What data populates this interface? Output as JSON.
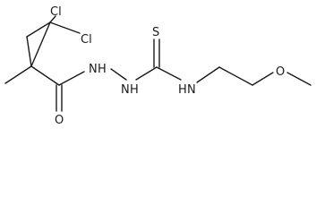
{
  "molecule": {
    "atoms": {
      "cl_top": "Cl",
      "cl_right": "Cl",
      "oxygen_carbonyl": "O",
      "nitrogen_hydrazide_1": "N",
      "hydrogen_hydrazide_1": "H",
      "nitrogen_hydrazide_2": "N",
      "hydrogen_hydrazide_2": "H",
      "sulfur": "S",
      "nitrogen_amine": "N",
      "hydrogen_amine": "H",
      "oxygen_ether": "O"
    }
  }
}
